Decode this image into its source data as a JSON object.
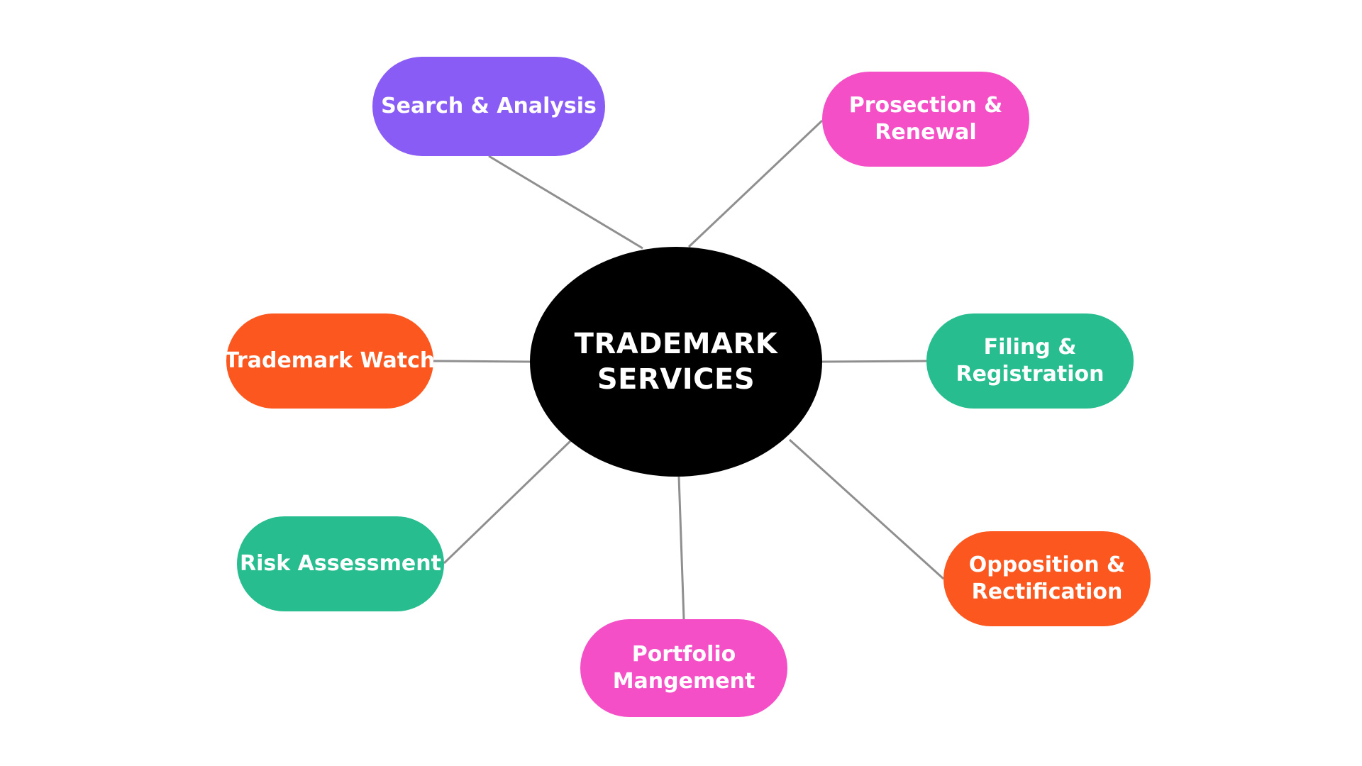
{
  "colors": {
    "background": "#ffffff",
    "hub": "#000000",
    "connector": "#8f8f8f",
    "text": "#ffffff"
  },
  "hub": {
    "line1": "TRADEMARK",
    "line2": "SERVICES"
  },
  "nodes": {
    "search": {
      "line1": "Search & Analysis",
      "line2": "",
      "color": "#8a5cf6"
    },
    "prosection": {
      "line1": "Prosection &",
      "line2": "Renewal",
      "color": "#f44fc6"
    },
    "filing": {
      "line1": "Filing &",
      "line2": "Registration",
      "color": "#27bd8e"
    },
    "opposition": {
      "line1": "Opposition &",
      "line2": "Rectification",
      "color": "#fb571f"
    },
    "portfolio": {
      "line1": "Portfolio",
      "line2": "Mangement",
      "color": "#f44fc6"
    },
    "risk": {
      "line1": "Risk Assessment",
      "line2": "",
      "color": "#27bd8e"
    },
    "watch": {
      "line1": "Trademark Watch",
      "line2": "",
      "color": "#fb571f"
    }
  }
}
